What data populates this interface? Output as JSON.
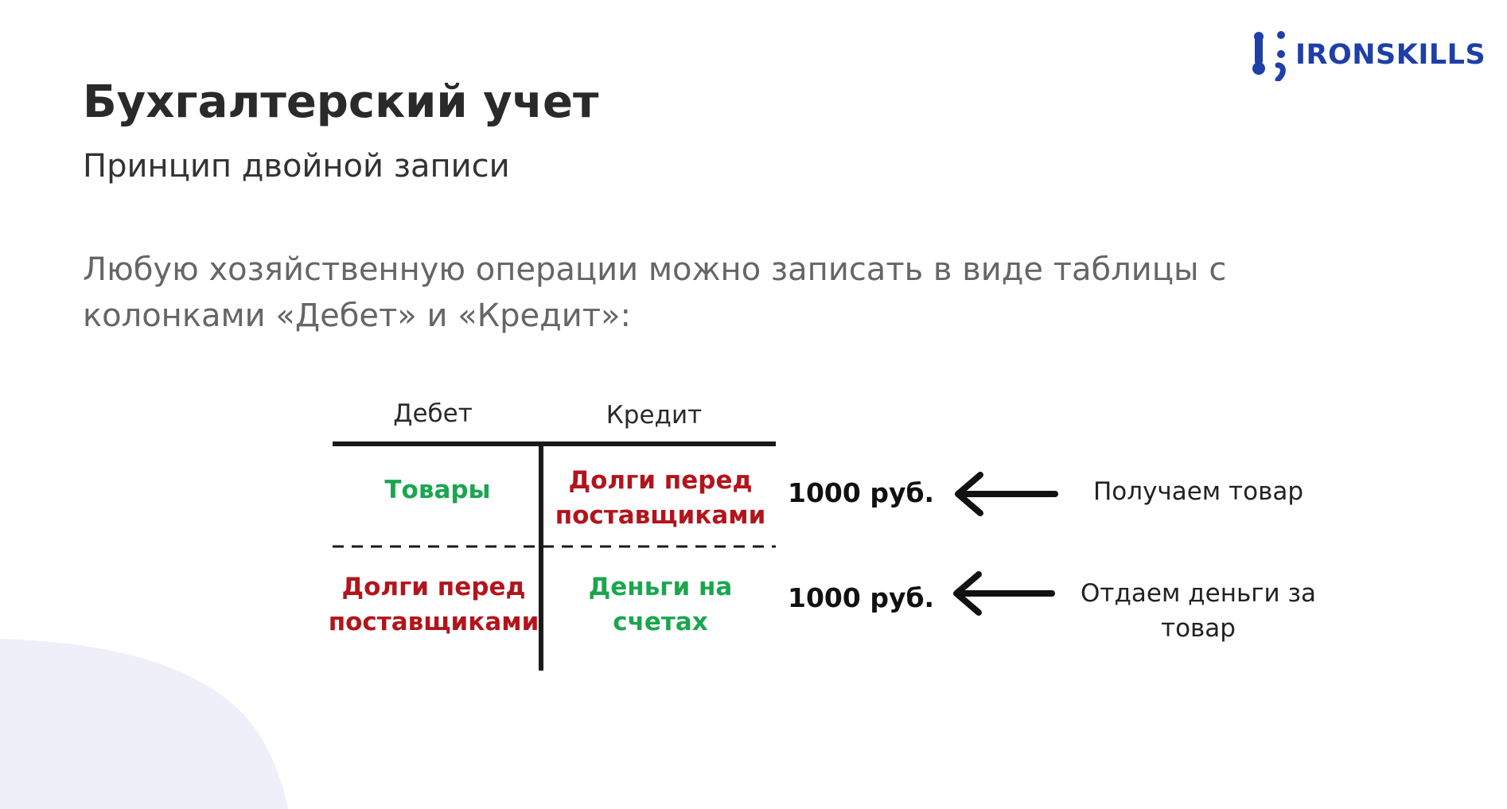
{
  "logo": {
    "text": "IRONSKILLS",
    "icon": "ironskills-logo-icon",
    "color": "#1f3fa8"
  },
  "slide": {
    "title": "Бухгалтерский учет",
    "subtitle": "Принцип двойной записи",
    "intro": "Любую хозяйственную операции можно записать в виде таблицы с колонками «Дебет» и «Кредит»:"
  },
  "table": {
    "headers": {
      "debit": "Дебет",
      "credit": "Кредит"
    },
    "rows": [
      {
        "debit": [
          "Товары"
        ],
        "credit": [
          "Долги перед",
          "поставщиками"
        ],
        "amount": "1000 руб.",
        "note": [
          "Получаем товар"
        ]
      },
      {
        "debit": [
          "Долги перед",
          "поставщиками"
        ],
        "credit": [
          "Деньги на",
          "счетах"
        ],
        "amount": "1000 руб.",
        "note": [
          "Отдаем деньги за",
          "товар"
        ]
      }
    ]
  },
  "colors": {
    "debit_green": "#1aa64f",
    "credit_red": "#b3141b",
    "background_shape": "#eeeff9"
  }
}
